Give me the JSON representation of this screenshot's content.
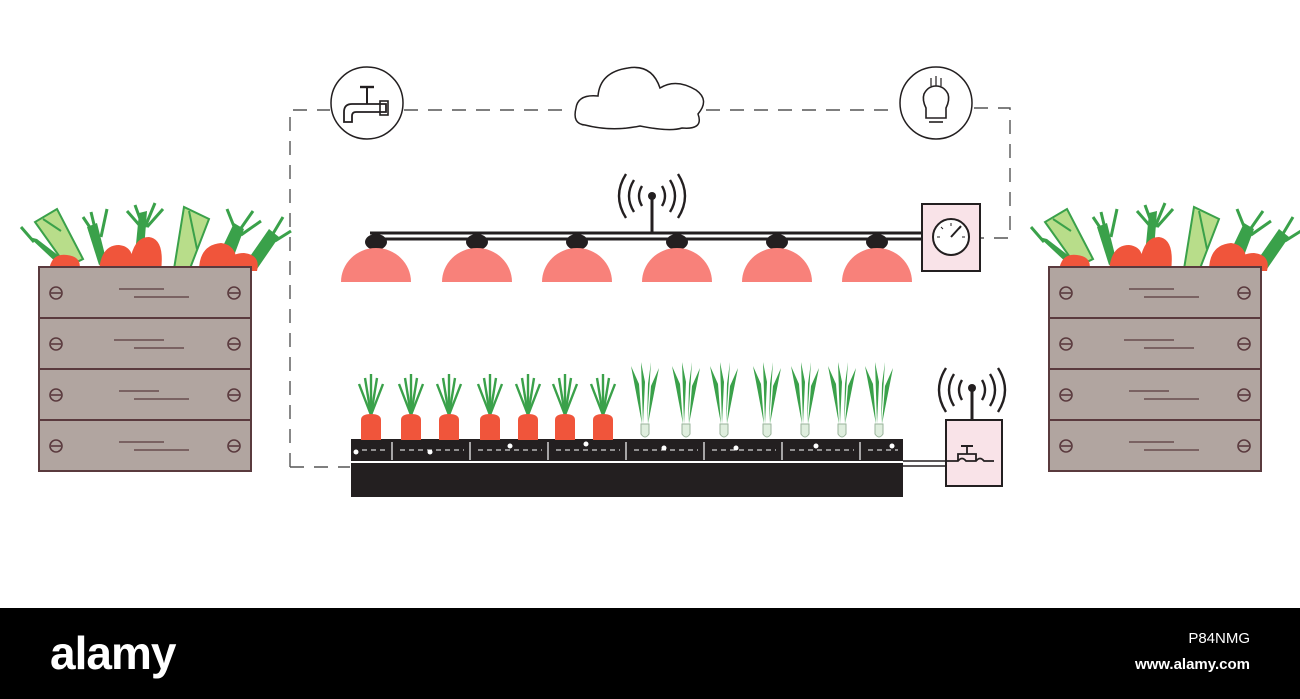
{
  "footer": {
    "brand": "alamy",
    "image_id": "P84NMG",
    "url": "www.alamy.com"
  },
  "icons": {
    "faucet": "faucet-icon",
    "cloud": "cloud-icon",
    "bulb": "light-bulb-icon",
    "gauge": "gauge-icon",
    "wifi": "wireless-signal-icon",
    "valve": "water-valve-icon"
  },
  "colors": {
    "lamp": "#f8817a",
    "carrot": "#f0553b",
    "leaf": "#3aa14a",
    "leek": "#b8dd8a",
    "crate": "#b1a5a0",
    "crate_border": "#5a3a3e",
    "tray": "#231f20",
    "panel": "#f9e3e8"
  },
  "scene": {
    "lamp_count": 6,
    "carrot_count": 7,
    "onion_count": 7,
    "crate_plank_count": 4
  }
}
